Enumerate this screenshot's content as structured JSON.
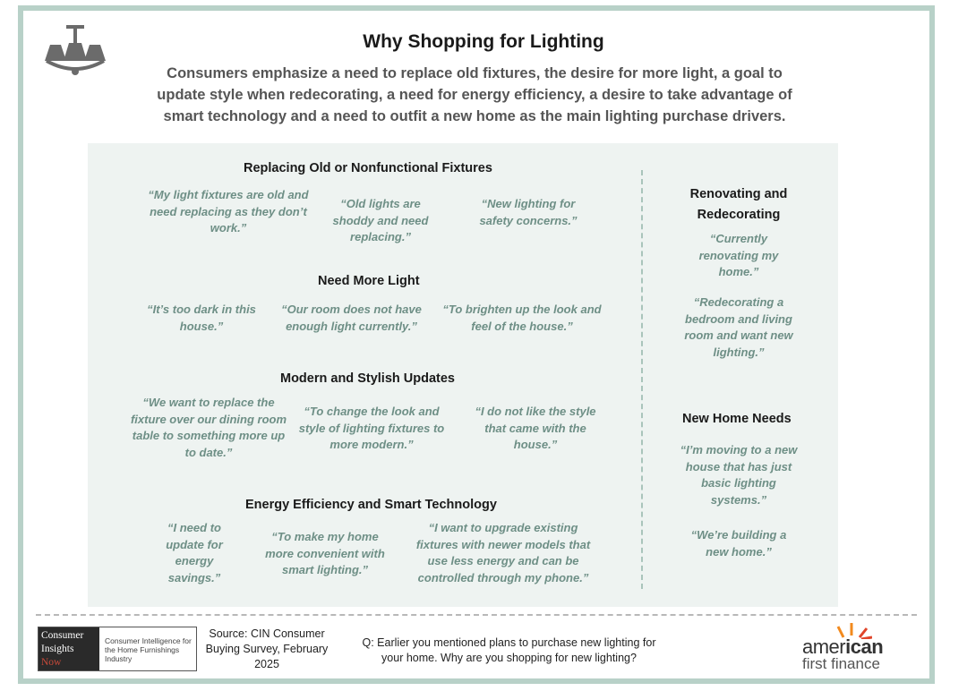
{
  "title": "Why Shopping for Lighting",
  "subtitle": "Consumers emphasize a need to replace old fixtures, the desire for more light, a goal to update style when redecorating, a need for energy efficiency, a desire to take advantage of smart technology and a need to outfit a new home as the main lighting purchase drivers.",
  "sections": {
    "replacing": {
      "heading": "Replacing Old or Nonfunctional Fixtures",
      "quotes": [
        "“My light fixtures are old and need replacing as they don’t work.”",
        "“Old lights are shoddy and need replacing.”",
        "“New lighting for safety concerns.”"
      ]
    },
    "more_light": {
      "heading": "Need More Light",
      "quotes": [
        "“It’s too dark in this house.”",
        "“Our room does not have enough light currently.”",
        "“To brighten up the look and feel of the house.”"
      ]
    },
    "modern": {
      "heading": "Modern and Stylish Updates",
      "quotes": [
        "“We want to replace the fixture over our dining room table to something more up to date.”",
        "“To change the look and style of lighting fixtures to more modern.”",
        "“I do not like the style that came with the house.”"
      ]
    },
    "energy": {
      "heading": "Energy Efficiency and Smart Technology",
      "quotes": [
        "“I need to update for energy savings.”",
        "“To make my home more convenient with smart lighting.”",
        "“I want to upgrade existing fixtures with newer models that use less energy and can be controlled through my phone.”"
      ]
    },
    "renovating": {
      "heading": "Renovating and Redecorating",
      "quotes": [
        "“Currently renovating my home.”",
        "“Redecorating a bedroom and living room and want new lighting.”"
      ]
    },
    "new_home": {
      "heading": "New Home Needs",
      "quotes": [
        "“I’m moving to a new house that has just basic lighting systems.”",
        "“We’re building a new home.”"
      ]
    }
  },
  "footer": {
    "cin_logo_lines": [
      "Consumer",
      "Insights",
      "Now"
    ],
    "cin_description": "Consumer Intelligence for the Home Furnishings Industry",
    "source": "Source: CIN Consumer Buying Survey, February 2025",
    "question": "Q: Earlier you mentioned plans to purchase new lighting for your home. Why are you shopping for new lighting?",
    "af_logo_line1_a": "amer",
    "af_logo_line1_b": "ican",
    "af_logo_line2": "first finance"
  },
  "colors": {
    "frame": "#b8d1c8",
    "panel": "#eef3f1",
    "quote": "#6e8f86",
    "af_orange": "#f28a1e"
  },
  "icons": [
    "chandelier-icon",
    "sun-rays-icon"
  ]
}
